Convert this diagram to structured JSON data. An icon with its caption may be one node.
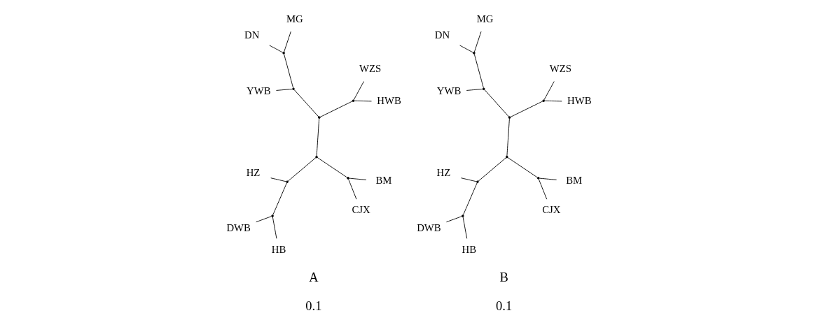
{
  "diagram": {
    "nodes": [
      {
        "text": [
          "YWB"
        ]
      },
      {
        "text": [
          "MG"
        ]
      },
      {
        "text": [
          "DN"
        ]
      },
      {
        "text": [
          "WZS"
        ]
      },
      {
        "text": [
          "HWB"
        ]
      },
      {
        "text": [
          "HZ"
        ]
      },
      {
        "text": [
          "CJX"
        ]
      },
      {
        "text": [
          "BM"
        ]
      },
      {
        "text": [
          "DWB"
        ]
      },
      {
        "text": [
          "HB"
        ]
      },
      {
        "text": [],
        "shape": "point"
      },
      {
        "text": [],
        "shape": "point"
      },
      {
        "text": [],
        "shape": "point"
      },
      {
        "text": [],
        "shape": "point"
      },
      {
        "text": [],
        "shape": "point"
      },
      {
        "text": [],
        "shape": "point"
      },
      {
        "text": [],
        "shape": "point"
      },
      {
        "text": [],
        "shape": "point"
      },
      {
        "text": [
          "YWB"
        ]
      },
      {
        "text": [
          "MG"
        ]
      },
      {
        "text": [
          "DN"
        ]
      },
      {
        "text": [
          "WZS"
        ]
      },
      {
        "text": [
          "HWB"
        ]
      },
      {
        "text": [
          "HZ"
        ]
      },
      {
        "text": [
          "CJX"
        ]
      },
      {
        "text": [
          "BM"
        ]
      },
      {
        "text": [
          "DWB"
        ]
      },
      {
        "text": [
          "HB"
        ]
      },
      {
        "text": [],
        "shape": "point"
      },
      {
        "text": [],
        "shape": "point"
      },
      {
        "text": [],
        "shape": "point"
      },
      {
        "text": [],
        "shape": "point"
      },
      {
        "text": [],
        "shape": "point"
      },
      {
        "text": [],
        "shape": "point"
      },
      {
        "text": [],
        "shape": "point"
      },
      {
        "text": [],
        "shape": "point"
      }
    ],
    "edges": [
      {
        "from": 10,
        "to": 1,
        "arrow": "none"
      },
      {
        "from": 10,
        "to": 2,
        "arrow": "none"
      },
      {
        "from": 11,
        "to": 0,
        "arrow": "none"
      },
      {
        "from": 11,
        "to": 10,
        "arrow": "none"
      },
      {
        "from": 12,
        "to": 3,
        "arrow": "none"
      },
      {
        "from": 12,
        "to": 4,
        "arrow": "none"
      },
      {
        "from": 13,
        "to": 11,
        "arrow": "none"
      },
      {
        "from": 13,
        "to": 12,
        "arrow": "none"
      },
      {
        "from": 13,
        "to": 14,
        "arrow": "none"
      },
      {
        "from": 14,
        "to": 15,
        "arrow": "none"
      },
      {
        "from": 14,
        "to": 16,
        "arrow": "none"
      },
      {
        "from": 15,
        "to": 6,
        "arrow": "none"
      },
      {
        "from": 15,
        "to": 7,
        "arrow": "none"
      },
      {
        "from": 16,
        "to": 5,
        "arrow": "none"
      },
      {
        "from": 16,
        "to": 17,
        "arrow": "none"
      },
      {
        "from": 17,
        "to": 8,
        "arrow": "none"
      },
      {
        "from": 17,
        "to": 9,
        "arrow": "none"
      },
      {
        "from": 28,
        "to": 19,
        "arrow": "none"
      },
      {
        "from": 28,
        "to": 20,
        "arrow": "none"
      },
      {
        "from": 29,
        "to": 18,
        "arrow": "none"
      },
      {
        "from": 29,
        "to": 28,
        "arrow": "none"
      },
      {
        "from": 30,
        "to": 21,
        "arrow": "none"
      },
      {
        "from": 30,
        "to": 22,
        "arrow": "none"
      },
      {
        "from": 31,
        "to": 29,
        "arrow": "none"
      },
      {
        "from": 31,
        "to": 30,
        "arrow": "none"
      },
      {
        "from": 31,
        "to": 32,
        "arrow": "none"
      },
      {
        "from": 32,
        "to": 33,
        "arrow": "none"
      },
      {
        "from": 32,
        "to": 34,
        "arrow": "none"
      },
      {
        "from": 33,
        "to": 24,
        "arrow": "none"
      },
      {
        "from": 33,
        "to": 25,
        "arrow": "none"
      },
      {
        "from": 34,
        "to": 23,
        "arrow": "none"
      },
      {
        "from": 34,
        "to": 35,
        "arrow": "none"
      },
      {
        "from": 35,
        "to": 26,
        "arrow": "none"
      },
      {
        "from": 35,
        "to": 27,
        "arrow": "none"
      }
    ],
    "labels": [
      "A",
      "B",
      "0.1",
      "0.1"
    ]
  }
}
